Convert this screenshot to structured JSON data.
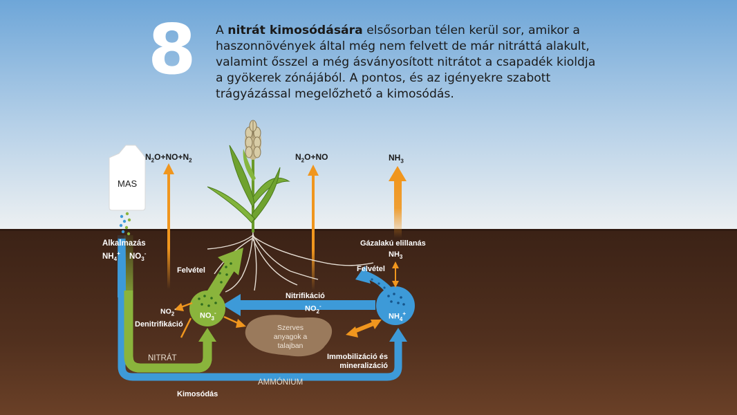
{
  "step_number": "8",
  "intro": {
    "prefix": "A ",
    "highlight": "nitrát kimosódására",
    "rest": " elsősorban télen kerül sor, amikor a haszonnövények által még nem felvett de már nitráttá alakult, valamint ősszel a még ásványosított nitrátot a csapadék kioldja a gyökerek zónájából. A pontos, és az igényekre szabott trágyázással megelőzhető a kimosódás."
  },
  "labels": {
    "fertilizer_bag": "MAS",
    "gas_denitrification": {
      "a": "N",
      "a_sub": "2",
      "b": "O+NO+N",
      "b_sub": "2"
    },
    "gas_nitrification": {
      "a": "N",
      "a_sub": "2",
      "b": "O+NO"
    },
    "gas_ammonia": {
      "a": "NH",
      "a_sub": "3"
    },
    "application": "Alkalmazás",
    "application_nh4": {
      "a": "NH",
      "a_sub": "4",
      "a_sup": "+"
    },
    "application_no3": {
      "a": "NO",
      "a_sub": "3",
      "a_sup": "-"
    },
    "uptake_left": "Felvétel",
    "uptake_right": "Felvétel",
    "gaseous_loss": "Gázalakú elillanás",
    "gaseous_nh3": {
      "a": "NH",
      "a_sub": "3"
    },
    "nitrification": "Nitrifikáció",
    "nitrification_no2": {
      "a": "NO",
      "a_sub": "2",
      "a_sup": "-"
    },
    "no2_left": {
      "a": "NO",
      "a_sub": "2",
      "a_sup": "-"
    },
    "denitrification": "Denitrifikáció",
    "no3_circle": {
      "a": "NO",
      "a_sub": "3",
      "a_sup": "-"
    },
    "nh4_circle": {
      "a": "NH",
      "a_sub": "4",
      "a_sup": "+"
    },
    "organic_matter": "Szerves anyagok a talajban",
    "immobilization": "Immobilizáció és mineralizáció",
    "nitrate": "NITRÁT",
    "ammonium": "AMMÓNIUM",
    "leaching": "Kimosódás"
  },
  "colors": {
    "sky_top": "#6ea6d8",
    "sky_bottom": "#e8eef2",
    "soil": "#4a2c1c",
    "nitrate_green": "#8ab43c",
    "ammonium_blue": "#3d9ad8",
    "gas_orange": "#f0961e",
    "organic": "#9a7a5c"
  }
}
